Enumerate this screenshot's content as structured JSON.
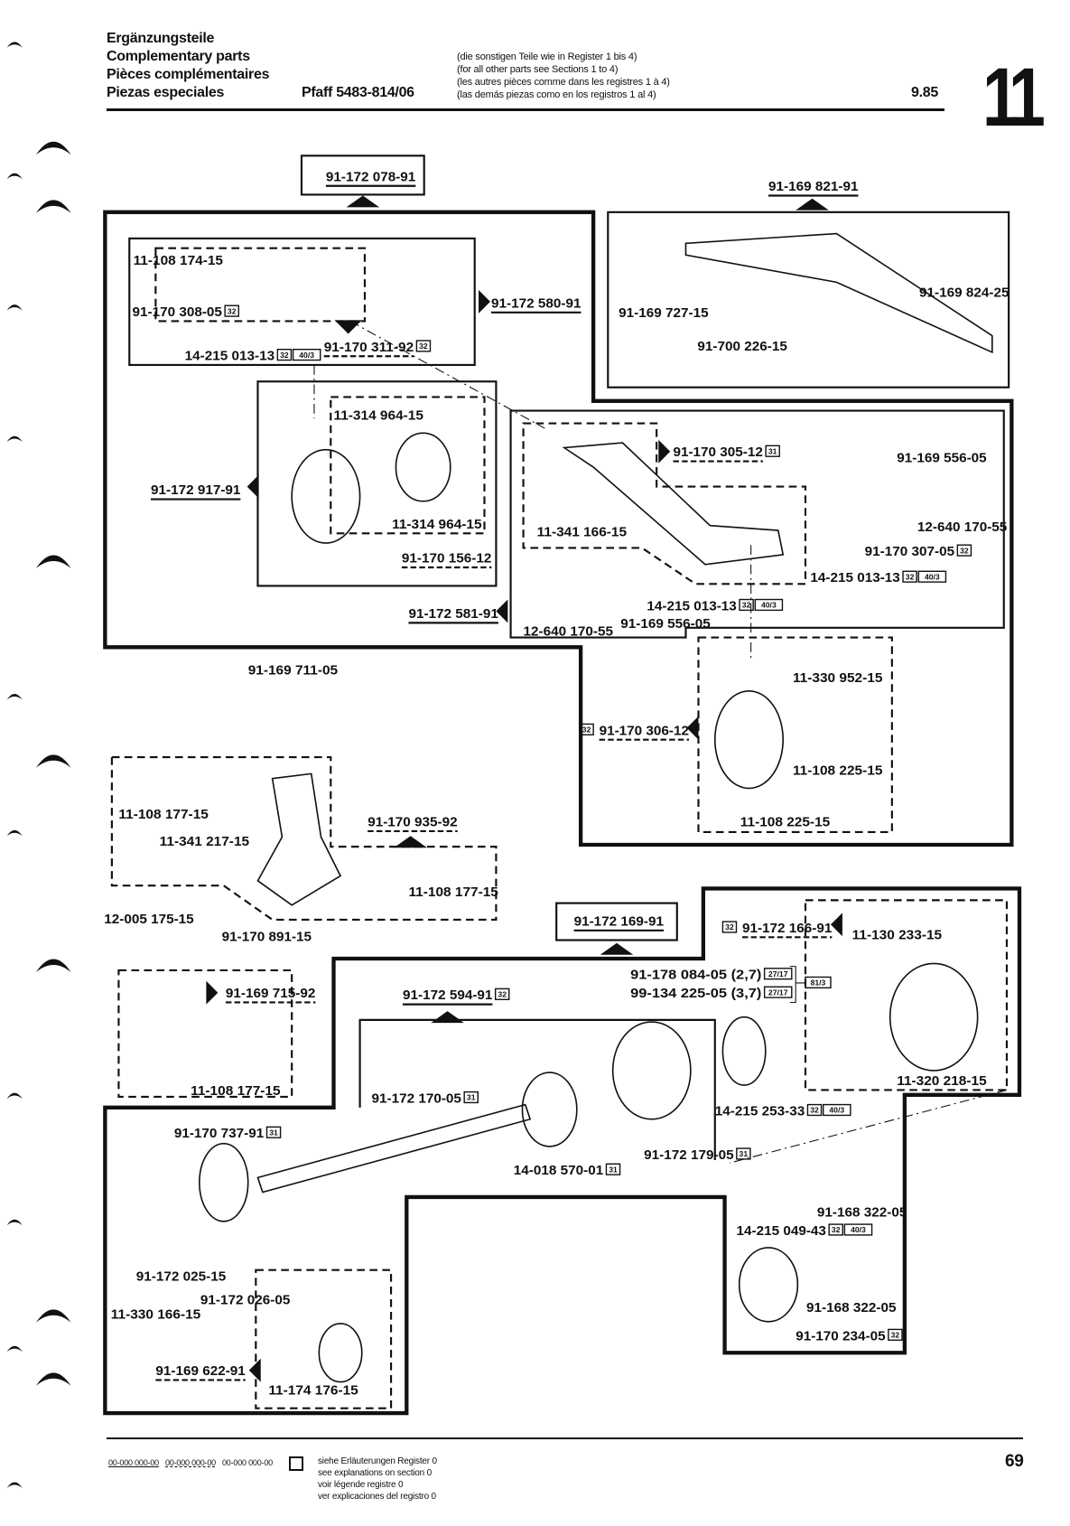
{
  "header": {
    "titles": [
      "Ergänzungsteile",
      "Complementary parts",
      "Pièces complémentaires",
      "Piezas especiales"
    ],
    "model": "Pfaff 5483-814/06",
    "notes": [
      "(die sonstigen Teile wie in Register 1 bis 4)",
      "(for all other parts see Sections 1 to 4)",
      "(les autres pièces comme dans les registres 1 à 4)",
      "(las demás piezas como en los registros 1 al 4)"
    ],
    "date": "9.85",
    "section": "11"
  },
  "diagram": {
    "labels": [
      {
        "text": "91-172 078-91",
        "tags": []
      },
      {
        "text": "91-169 821-91",
        "tags": []
      },
      {
        "text": "11-108 174-15",
        "tags": []
      },
      {
        "text": "91-170 308-05",
        "tags": [
          "32"
        ]
      },
      {
        "text": "14-215 013-13",
        "tags": [
          "32",
          "40/3"
        ]
      },
      {
        "text": "91-170 311-92",
        "tags": [
          "32"
        ]
      },
      {
        "text": "91-172 580-91",
        "tags": []
      },
      {
        "text": "91-169 727-15",
        "tags": []
      },
      {
        "text": "91-700 226-15",
        "tags": []
      },
      {
        "text": "91-169 824-25",
        "tags": []
      },
      {
        "text": "11-314 964-15",
        "tags": []
      },
      {
        "text": "11-314 964-15",
        "tags": []
      },
      {
        "text": "91-170 156-12",
        "tags": []
      },
      {
        "text": "91-172 917-91",
        "tags": []
      },
      {
        "text": "91-172 581-91",
        "tags": []
      },
      {
        "text": "91-170 305-12",
        "tags": [
          "31"
        ]
      },
      {
        "text": "91-169 556-05",
        "tags": []
      },
      {
        "text": "11-341 166-15",
        "tags": []
      },
      {
        "text": "12-640 170-55",
        "tags": []
      },
      {
        "text": "91-170 307-05",
        "tags": [
          "32"
        ]
      },
      {
        "text": "14-215 013-13",
        "tags": [
          "32",
          "40/3"
        ]
      },
      {
        "text": "14-215 013-13",
        "tags": [
          "32",
          "40/3"
        ]
      },
      {
        "text": "12-640 170-55",
        "tags": []
      },
      {
        "text": "91-169 556-05",
        "tags": []
      },
      {
        "text": "91-169 711-05",
        "tags": []
      },
      {
        "text": "11-330 952-15",
        "tags": []
      },
      {
        "text": "91-170 306-12",
        "tags": [
          "32"
        ]
      },
      {
        "text": "11-108 225-15",
        "tags": []
      },
      {
        "text": "11-108 225-15",
        "tags": []
      },
      {
        "text": "11-108 177-15",
        "tags": []
      },
      {
        "text": "11-341 217-15",
        "tags": []
      },
      {
        "text": "91-170 935-92",
        "tags": []
      },
      {
        "text": "11-108 177-15",
        "tags": []
      },
      {
        "text": "12-005 175-15",
        "tags": []
      },
      {
        "text": "91-170 891-15",
        "tags": []
      },
      {
        "text": "91-172 169-91",
        "tags": []
      },
      {
        "text": "91-172 166-91",
        "tags": [
          "32"
        ]
      },
      {
        "text": "11-130 233-15",
        "tags": []
      },
      {
        "text": "91-178 084-05 (2,7)",
        "tags": [
          "27/17"
        ]
      },
      {
        "text": "99-134 225-05 (3,7)",
        "tags": [
          "27/17"
        ]
      },
      {
        "text": "91-169 715-92",
        "tags": []
      },
      {
        "text": "91-172 594-91",
        "tags": [
          "32"
        ]
      },
      {
        "text": "11-320 218-15",
        "tags": []
      },
      {
        "text": "11-108 177-15",
        "tags": []
      },
      {
        "text": "91-172 170-05",
        "tags": [
          "31"
        ]
      },
      {
        "text": "14-215 253-33",
        "tags": [
          "32",
          "40/3"
        ]
      },
      {
        "text": "91-170 737-91",
        "tags": [
          "31"
        ]
      },
      {
        "text": "91-172 179-05",
        "tags": [
          "31"
        ]
      },
      {
        "text": "14-018 570-01",
        "tags": [
          "31"
        ]
      },
      {
        "text": "91-168 322-05",
        "tags": []
      },
      {
        "text": "14-215 049-43",
        "tags": [
          "32",
          "40/3"
        ]
      },
      {
        "text": "91-172 025-15",
        "tags": []
      },
      {
        "text": "91-172 026-05",
        "tags": []
      },
      {
        "text": "11-330 166-15",
        "tags": []
      },
      {
        "text": "91-168 322-05",
        "tags": []
      },
      {
        "text": "91-170 234-05",
        "tags": [
          "32"
        ]
      },
      {
        "text": "91-169 622-91",
        "tags": []
      },
      {
        "text": "11-174 176-15",
        "tags": []
      }
    ],
    "bracket_tag": "81/3"
  },
  "footer": {
    "legend_codes": [
      "00-000 000-00",
      "00-000 000-00",
      "00-000 000-00"
    ],
    "explanations": [
      "siehe Erläuterungen Register 0",
      "see explanations on section 0",
      "voir légende registre 0",
      "ver explicaciones del registro 0"
    ],
    "page": "69"
  }
}
